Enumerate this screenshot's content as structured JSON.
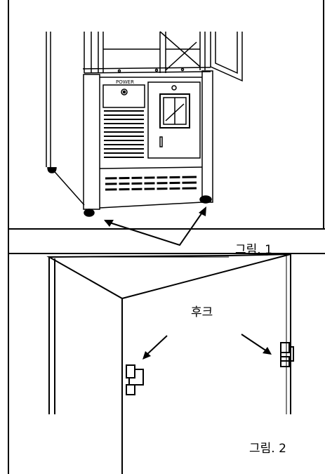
{
  "figure1": {
    "caption": "그림. 1",
    "power_label": "POWER"
  },
  "figure2": {
    "caption": "그림. 2",
    "hook_label": "후크"
  }
}
